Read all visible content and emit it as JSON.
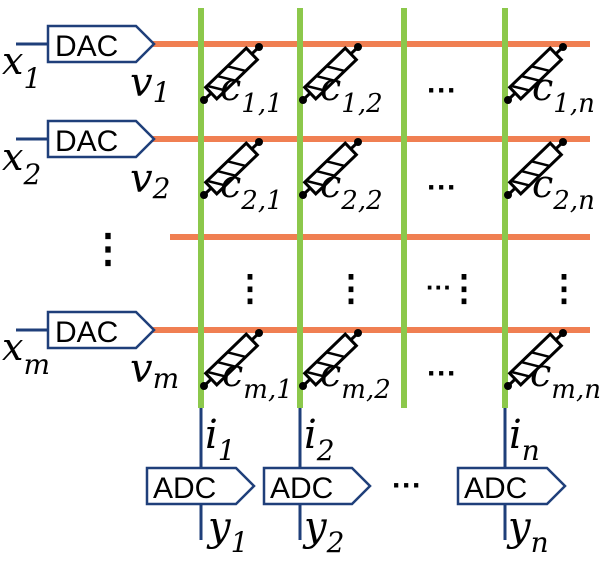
{
  "colors": {
    "row_line": "#f07f52",
    "column_line": "#8cc84b",
    "converter_outline": "#1f3f7a",
    "wire": "#1f3f7a",
    "element": "#000000"
  },
  "dac_label": "DAC",
  "adc_label": "ADC",
  "rows": [
    {
      "input": "x",
      "input_sub": "1",
      "voltage": "v",
      "voltage_sub": "1"
    },
    {
      "input": "x",
      "input_sub": "2",
      "voltage": "v",
      "voltage_sub": "2"
    },
    {
      "input": "x",
      "input_sub": "m",
      "voltage": "v",
      "voltage_sub": "m"
    }
  ],
  "columns": [
    {
      "current": "i",
      "current_sub": "1",
      "output": "y",
      "output_sub": "1"
    },
    {
      "current": "i",
      "current_sub": "2",
      "output": "y",
      "output_sub": "2"
    },
    {
      "current": "i",
      "current_sub": "n",
      "output": "y",
      "output_sub": "n"
    }
  ],
  "cells": [
    {
      "name": "c",
      "sub": "1,1"
    },
    {
      "name": "c",
      "sub": "1,2"
    },
    {
      "name": "c",
      "sub": "1,n"
    },
    {
      "name": "c",
      "sub": "2,1"
    },
    {
      "name": "c",
      "sub": "2,2"
    },
    {
      "name": "c",
      "sub": "2,n"
    },
    {
      "name": "c",
      "sub": "m,1"
    },
    {
      "name": "c",
      "sub": "m,2"
    },
    {
      "name": "c",
      "sub": "m,n"
    }
  ],
  "ellipsis_h": "···",
  "ellipsis_v": "⋮"
}
